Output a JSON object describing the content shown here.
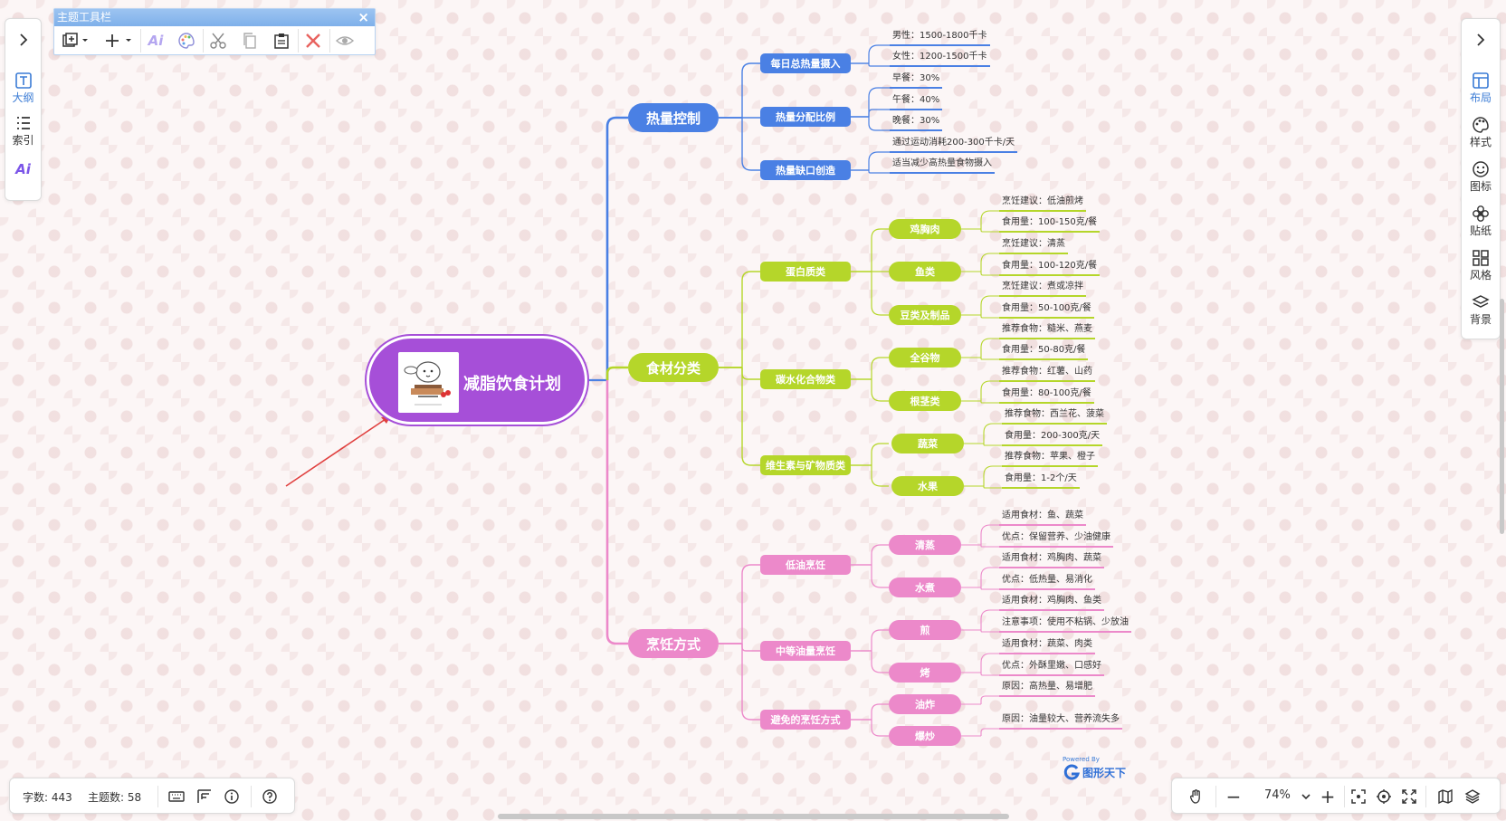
{
  "colors": {
    "blue": "#4a80e4",
    "green": "#b5d62a",
    "pink": "#ec89ca",
    "root": "#a64fd8",
    "link": "#e0403f",
    "accent": "#3a7bd5"
  },
  "left_sidebar": {
    "items": [
      {
        "label": "",
        "icon": "chevron-right-icon"
      },
      {
        "label": "大纲",
        "icon": "outline-icon",
        "active": true
      },
      {
        "label": "索引",
        "icon": "index-list-icon"
      },
      {
        "label": "",
        "icon": "ai-icon"
      }
    ],
    "ai_text": "Ai"
  },
  "theme_toolbar": {
    "title": "主题工具栏",
    "close": "×",
    "tools": [
      "add-subtopic-icon",
      "add-icon",
      "ai-icon",
      "palette-icon",
      "cut-icon",
      "copy-icon",
      "paste-icon",
      "delete-icon",
      "eye-icon"
    ]
  },
  "right_sidebar": {
    "items": [
      {
        "label": "",
        "icon": "chevron-right-icon"
      },
      {
        "label": "布局",
        "icon": "layout-icon",
        "active": true
      },
      {
        "label": "样式",
        "icon": "palette-icon"
      },
      {
        "label": "图标",
        "icon": "smiley-icon"
      },
      {
        "label": "贴纸",
        "icon": "flower-icon"
      },
      {
        "label": "风格",
        "icon": "grid-icon"
      },
      {
        "label": "背景",
        "icon": "layers-icon"
      }
    ]
  },
  "mindmap": {
    "root": {
      "title": "减脂饮食计划",
      "image": "cartoon-illustration"
    },
    "branches": [
      {
        "title": "热量控制",
        "color": "blue",
        "children": [
          {
            "title": "每日总热量摄入",
            "leaves": [
              "男性：1500-1800千卡",
              "女性：1200-1500千卡"
            ]
          },
          {
            "title": "热量分配比例",
            "leaves": [
              "早餐：30%",
              "午餐：40%",
              "晚餐：30%"
            ]
          },
          {
            "title": "热量缺口创造",
            "leaves": [
              "通过运动消耗200-300千卡/天",
              "适当减少高热量食物摄入"
            ]
          }
        ]
      },
      {
        "title": "食材分类",
        "color": "green",
        "children": [
          {
            "title": "蛋白质类",
            "children": [
              {
                "title": "鸡胸肉",
                "leaves": [
                  "烹饪建议：低油煎烤",
                  "食用量：100-150克/餐"
                ]
              },
              {
                "title": "鱼类",
                "leaves": [
                  "烹饪建议：清蒸",
                  "食用量：100-120克/餐"
                ]
              },
              {
                "title": "豆类及制品",
                "leaves": [
                  "烹饪建议：煮或凉拌",
                  "食用量：50-100克/餐"
                ]
              }
            ]
          },
          {
            "title": "碳水化合物类",
            "children": [
              {
                "title": "全谷物",
                "leaves": [
                  "推荐食物：糙米、燕麦",
                  "食用量：50-80克/餐"
                ]
              },
              {
                "title": "根茎类",
                "leaves": [
                  "推荐食物：红薯、山药",
                  "食用量：80-100克/餐"
                ]
              }
            ]
          },
          {
            "title": "维生素与矿物质类",
            "children": [
              {
                "title": "蔬菜",
                "leaves": [
                  "推荐食物：西兰花、菠菜",
                  "食用量：200-300克/天"
                ]
              },
              {
                "title": "水果",
                "leaves": [
                  "推荐食物：苹果、橙子",
                  "食用量：1-2个/天"
                ]
              }
            ]
          }
        ]
      },
      {
        "title": "烹饪方式",
        "color": "pink",
        "children": [
          {
            "title": "低油烹饪",
            "children": [
              {
                "title": "清蒸",
                "leaves": [
                  "适用食材：鱼、蔬菜",
                  "优点：保留营养、少油健康"
                ]
              },
              {
                "title": "水煮",
                "leaves": [
                  "适用食材：鸡胸肉、蔬菜",
                  "优点：低热量、易消化"
                ]
              }
            ]
          },
          {
            "title": "中等油量烹饪",
            "children": [
              {
                "title": "煎",
                "leaves": [
                  "适用食材：鸡胸肉、鱼类",
                  "注意事项：使用不粘锅、少放油"
                ]
              },
              {
                "title": "烤",
                "leaves": [
                  "适用食材：蔬菜、肉类",
                  "优点：外酥里嫩、口感好"
                ]
              }
            ]
          },
          {
            "title": "避免的烹饪方式",
            "children": [
              {
                "title": "油炸",
                "leaves": [
                  "原因：高热量、易增肥"
                ]
              },
              {
                "title": "爆炒",
                "leaves": [
                  "原因：油量较大、营养流失多"
                ]
              }
            ]
          }
        ]
      }
    ]
  },
  "status_bar": {
    "word_count": "字数: 443",
    "topic_count": "主题数: 58"
  },
  "zoom": {
    "level": "74%",
    "minus": "−",
    "plus": "+"
  },
  "powered_by": {
    "small": "Powered By",
    "brand": "图形天下"
  }
}
